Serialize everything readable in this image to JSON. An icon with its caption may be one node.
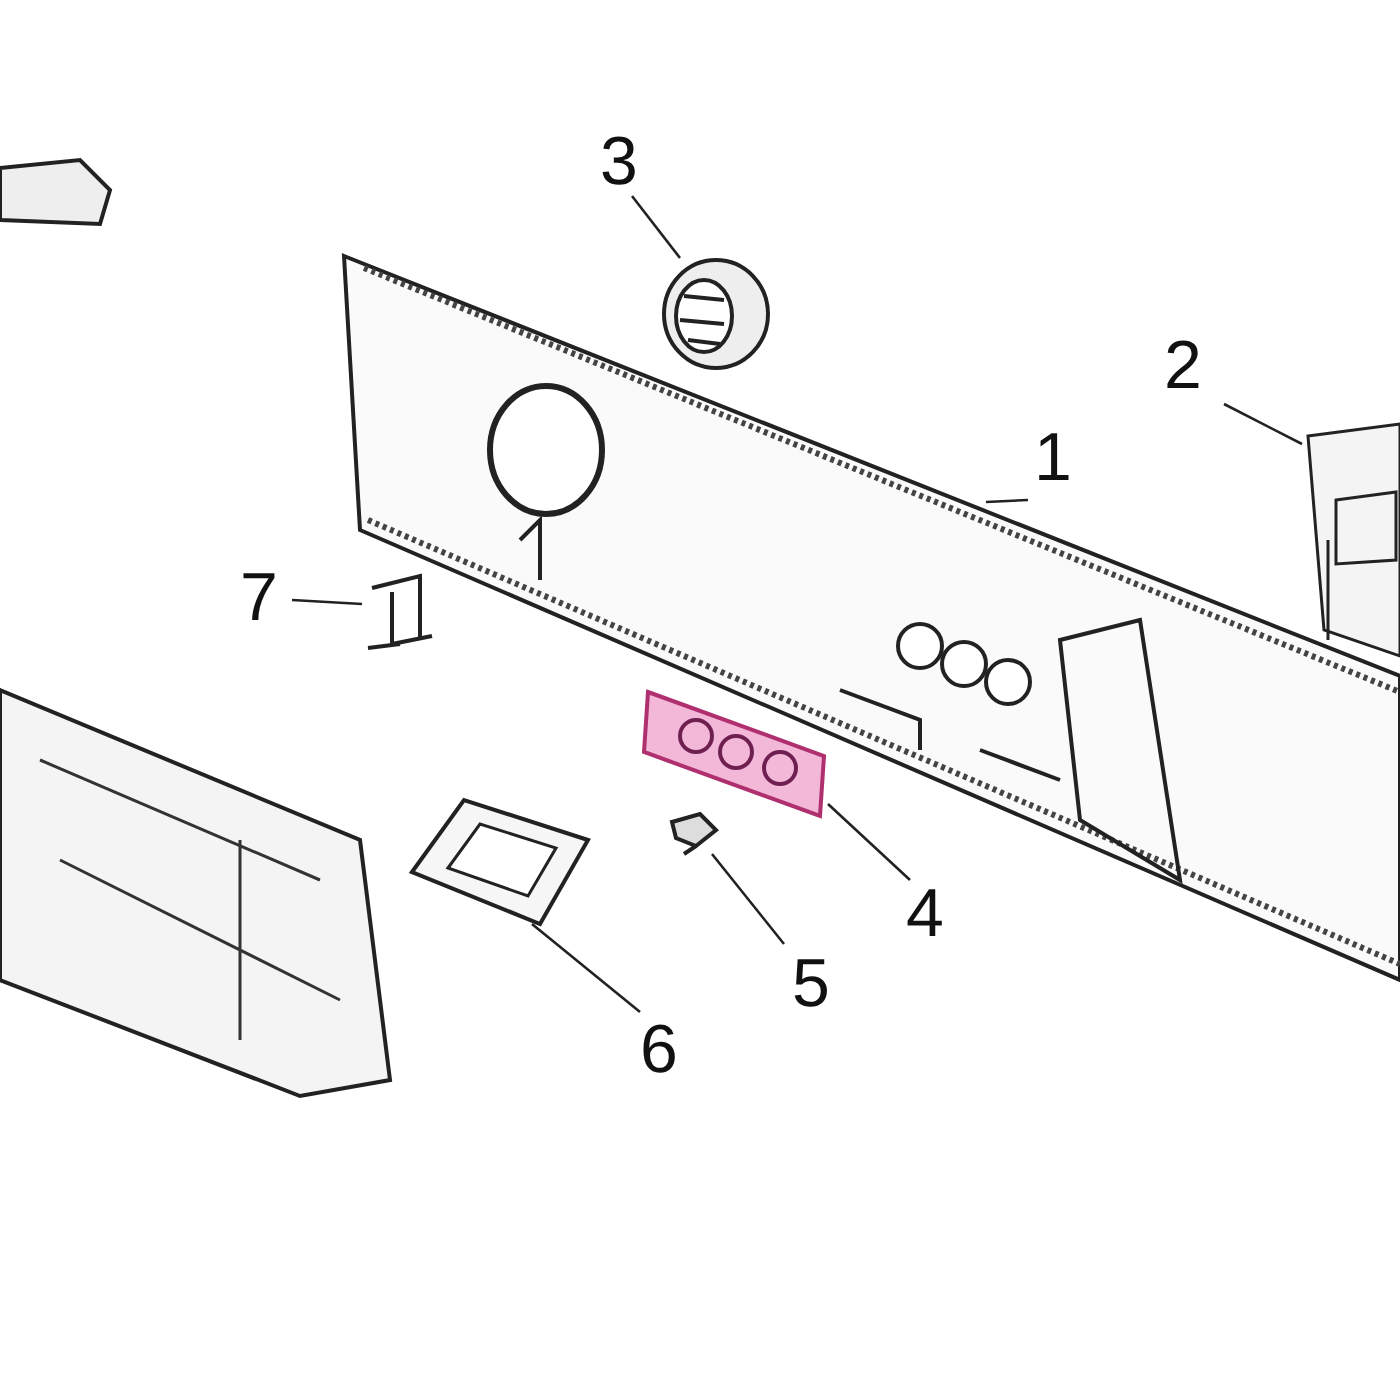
{
  "diagram": {
    "nodes": [
      {
        "text": [
          "3"
        ]
      },
      {
        "text": [
          "2"
        ]
      },
      {
        "text": [
          "1"
        ]
      },
      {
        "text": [
          "7"
        ]
      },
      {
        "text": [
          "4"
        ]
      },
      {
        "text": [
          "5"
        ]
      },
      {
        "text": [
          "6"
        ]
      },
      {
        "text": [],
        "shape": "picture"
      },
      {
        "text": [],
        "shape": "picture"
      },
      {
        "text": [],
        "shape": "picture"
      },
      {
        "text": [],
        "shape": "picture"
      },
      {
        "text": [],
        "shape": "picture"
      },
      {
        "text": [],
        "shape": "picture"
      },
      {
        "text": [],
        "shape": "picture"
      }
    ],
    "edges": [
      {
        "from": 0,
        "to": 7,
        "arrow": "none"
      },
      {
        "from": 1,
        "to": 8,
        "arrow": "none"
      },
      {
        "from": 2,
        "to": 9,
        "arrow": "none"
      },
      {
        "from": 3,
        "to": 10,
        "arrow": "none"
      },
      {
        "from": 4,
        "to": 11,
        "arrow": "none"
      },
      {
        "from": 5,
        "to": 12,
        "arrow": "none"
      },
      {
        "from": 6,
        "to": 13,
        "arrow": "none"
      }
    ]
  }
}
